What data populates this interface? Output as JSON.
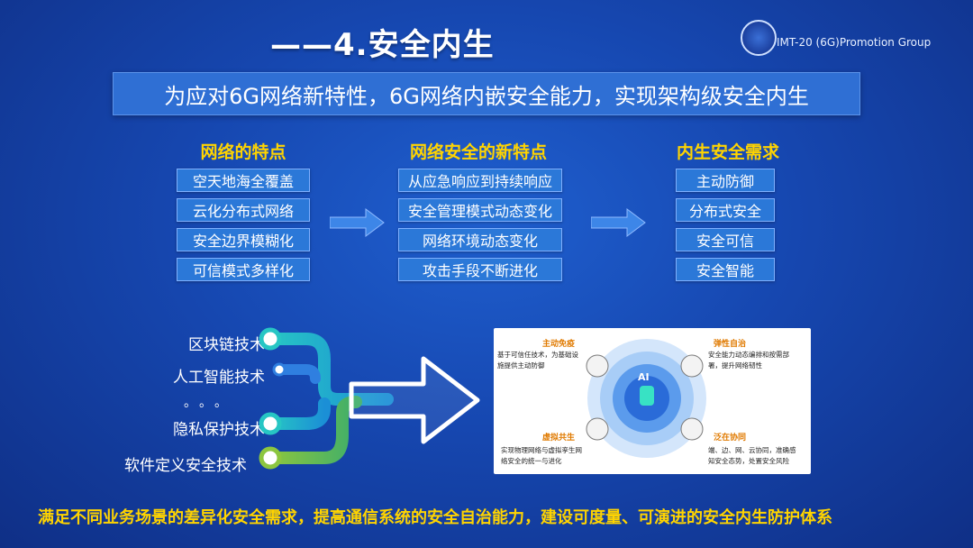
{
  "slide": {
    "title": "——4.安全内生",
    "logo_text": "IMT-20  (6G)Promotion Group",
    "banner": "为应对6G网络新特性，6G网络内嵌安全能力，实现架构级安全内生"
  },
  "columns": [
    {
      "heading": "网络的特点",
      "items": [
        "空天地海全覆盖",
        "云化分布式网络",
        "安全边界模糊化",
        "可信模式多样化"
      ]
    },
    {
      "heading": "网络安全的新特点",
      "items": [
        "从应急响应到持续响应",
        "安全管理模式动态变化",
        "网络环境动态变化",
        "攻击手段不断进化"
      ]
    },
    {
      "heading": "内生安全需求",
      "items": [
        "主动防御",
        "分布式安全",
        "安全可信",
        "安全智能"
      ]
    }
  ],
  "technologies": {
    "items": [
      "区块链技术",
      "人工智能技术",
      "。。。",
      "隐私保护技术",
      "软件定义安全技术"
    ]
  },
  "diagram": {
    "center_label": "AI",
    "quadrants": [
      {
        "title": "主动免疫",
        "text1": "基于可信任技术，为基础设",
        "text2": "施提供主动防御"
      },
      {
        "title": "弹性自治",
        "text1": "安全能力动态编排和按需部",
        "text2": "署，提升网络韧性"
      },
      {
        "title": "虚拟共生",
        "text1": "实现物理网络与虚拟孪生网",
        "text2": "络安全的统一与进化"
      },
      {
        "title": "泛在协同",
        "text1": "端、边、网、云协同，准确感",
        "text2": "知安全态势，处置安全风险"
      }
    ]
  },
  "footer": "满足不同业务场景的差异化安全需求，提高通信系统的安全自治能力，建设可度量、可演进的安全内生防护体系",
  "colors": {
    "background": "#1647b0",
    "heading": "#ffd400",
    "box": "#2b78d8",
    "banner": "#2f6fd4"
  }
}
